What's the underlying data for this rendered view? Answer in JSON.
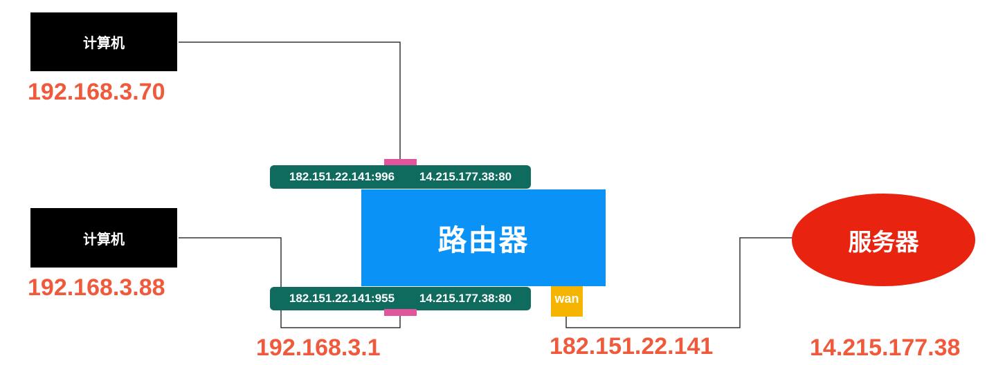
{
  "colors": {
    "computer_bg": "#000000",
    "ip_text": "#f05a3c",
    "nat_bg": "#0e6b5e",
    "port_marker": "#e0559c",
    "router_bg": "#0a92f7",
    "wan_bg": "#f5b400",
    "server_bg": "#e8230f",
    "line": "#333333"
  },
  "computers": [
    {
      "label": "计算机",
      "ip": "192.168.3.70"
    },
    {
      "label": "计算机",
      "ip": "192.168.3.88"
    }
  ],
  "router": {
    "label": "路由器",
    "lan_ip": "192.168.3.1",
    "wan_label": "wan",
    "wan_ip": "182.151.22.141"
  },
  "nat_table": [
    {
      "source": "182.151.22.141:996",
      "destination": "14.215.177.38:80"
    },
    {
      "source": "182.151.22.141:955",
      "destination": "14.215.177.38:80"
    }
  ],
  "server": {
    "label": "服务器",
    "ip": "14.215.177.38"
  }
}
